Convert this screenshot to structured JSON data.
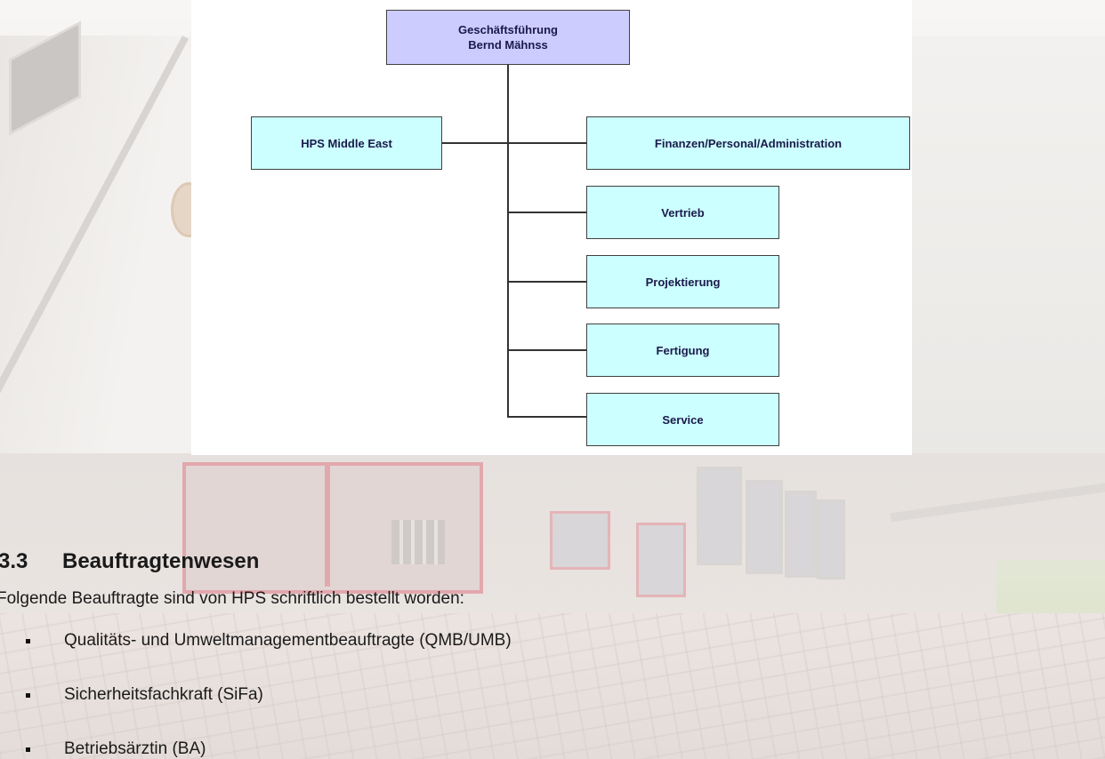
{
  "org_chart": {
    "top": {
      "line1": "Geschäftsführung",
      "line2": "Bernd Mähnss"
    },
    "left_unit": "HPS Middle East",
    "units": [
      "Finanzen/Personal/Administration",
      "Vertrieb",
      "Projektierung",
      "Fertigung",
      "Service"
    ]
  },
  "section": {
    "number": "3.3",
    "title": "Beauftragtenwesen",
    "intro": "Folgende Beauftragte sind von HPS schriftlich bestellt worden:",
    "items": [
      "Qualitäts- und Umweltmanagementbeauftragte (QMB/UMB)",
      "Sicherheitsfachkraft (SiFa)",
      "Betriebsärztin (BA)"
    ]
  }
}
